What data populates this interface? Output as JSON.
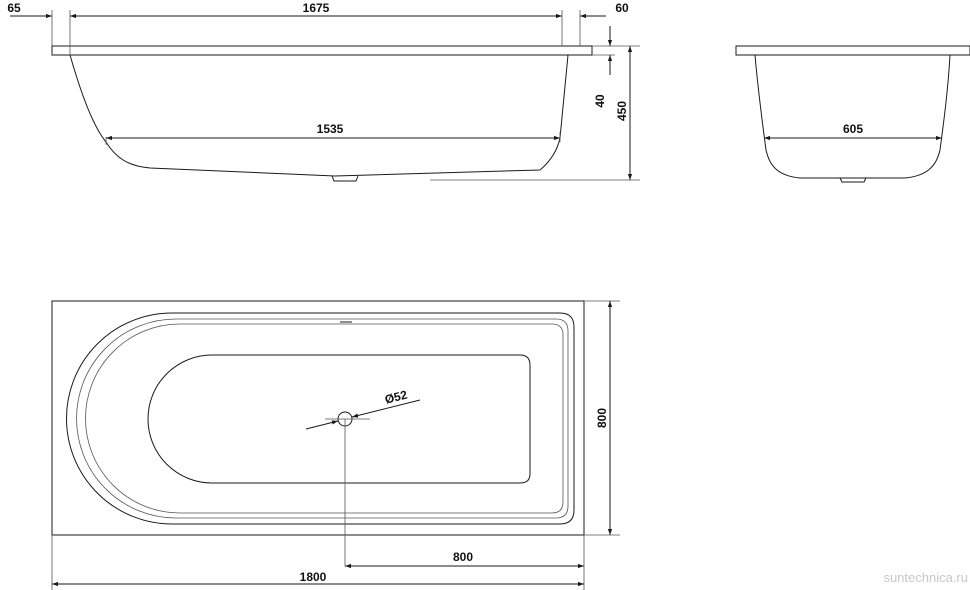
{
  "side_view": {
    "dims": {
      "overhang_left": "65",
      "inner_top_length": "1675",
      "overhang_right": "60",
      "rim_height": "40",
      "total_height": "450",
      "bottom_length": "1535"
    }
  },
  "end_view": {
    "dims": {
      "bottom_width": "605"
    }
  },
  "top_view": {
    "dims": {
      "drain_diameter": "Ø52",
      "width": "800",
      "drain_offset": "800",
      "length": "1800"
    }
  },
  "watermark": "suntechnica.ru",
  "colors": {
    "line": "#1a1a1a",
    "watermark": "#c8c8c8"
  }
}
